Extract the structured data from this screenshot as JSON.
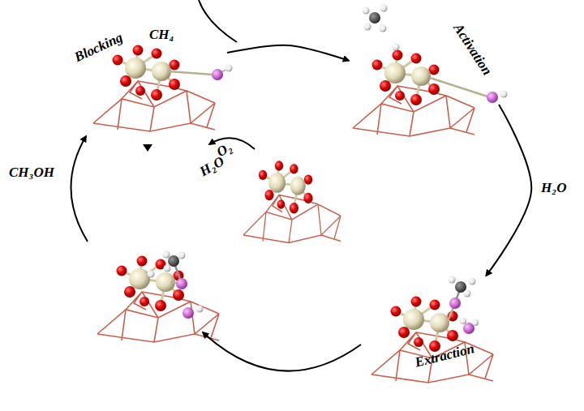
{
  "diagram": {
    "nodes": [
      {
        "text": [
          "Blocking"
        ]
      },
      {
        "text": [
          "Activation"
        ]
      },
      {
        "text": [
          "Extraction"
        ]
      }
    ],
    "edges": [
      {
        "from": 0,
        "to": 1,
        "arrow": "to",
        "label": "CH₄"
      },
      {
        "from": 1,
        "to": 2,
        "arrow": "to",
        "label": "H₂O"
      }
    ],
    "labels": [
      "CH₃OH",
      "O₂",
      "H₂O"
    ]
  }
}
